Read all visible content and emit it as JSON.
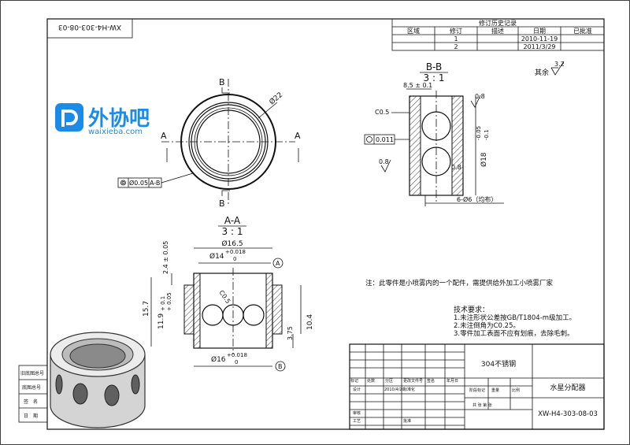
{
  "drawing_number_rotated": "XW-H4-303-08-03",
  "revision_table": {
    "title": "修订历史记录",
    "headers": [
      "区域",
      "修订",
      "描述",
      "日期",
      "已批准"
    ],
    "rows": [
      {
        "rev": "1",
        "date": "2010-11-19"
      },
      {
        "rev": "2",
        "date": "2011/3/29"
      }
    ]
  },
  "logo": {
    "brand": "外协吧",
    "url": "waixieba.com"
  },
  "roughness": {
    "default_label": "其余",
    "default_value": "3.2",
    "surface_08": "0.8"
  },
  "section_bb": {
    "title": "B-B",
    "scale": "3 : 1",
    "dim_offset": "8.5 ± 0.1",
    "chamfer": "C0.5",
    "tolerance_box": "0.011",
    "holes": "6-Ø6（均布）",
    "dia_main": "Ø18",
    "dia_tol_upper": "-0.05",
    "dia_tol_lower": "-0.1"
  },
  "top_view": {
    "cut_b": "B",
    "cut_a": "A",
    "dia": "Ø22",
    "runout": "Ø0.05",
    "runout_ref": "A-B"
  },
  "section_aa": {
    "title": "A-A",
    "scale": "3 : 1",
    "dia_outer": "Ø16.5",
    "dia_top": "Ø14",
    "dia_top_upper": "+0.018",
    "dia_top_lower": "0",
    "datum_a": "A",
    "dim_24": "2.4 ± 0.05",
    "dim_157": "15.7",
    "dim_119": "11.9",
    "dim_119_upper": "+ 0.1",
    "dim_119_lower": "+ 0.05",
    "chamfer": "C0.5",
    "dim_104": "10.4",
    "dim_375": "3.75",
    "dia_bottom": "Ø16",
    "dia_bottom_upper": "+0.018",
    "dia_bottom_lower": "0",
    "datum_b": "B"
  },
  "note": "注：此零件是小喷雾内的一个配件，需提供给外加工小喷雾厂家",
  "tech_requirements": {
    "title": "技术要求：",
    "items": [
      "1.未注形状公差按GB/T1804-m级加工。",
      "2.未注倒角为C0.25。",
      "3.零件加工表面不应有划痕，去除毛刺。"
    ]
  },
  "title_block": {
    "material": "304不锈钢",
    "part_name": "水星分配器",
    "drawing_no": "XW-H4-303-08-03",
    "header_cells": [
      "标记",
      "处数",
      "分区",
      "更改文件号",
      "签名",
      "年月日"
    ],
    "design_label": "设计",
    "design_date": "2010/4/20",
    "standard_label": "标准化",
    "stage_label": "阶段标记",
    "weight_label": "重量",
    "scale_label": "比例",
    "audit_label": "审核",
    "process_label": "工艺",
    "approve_label": "批准",
    "sheet_info": "共  张  第  张"
  },
  "left_strip": [
    "旧底图总号",
    "底图总号",
    "签　名",
    "日　期"
  ]
}
